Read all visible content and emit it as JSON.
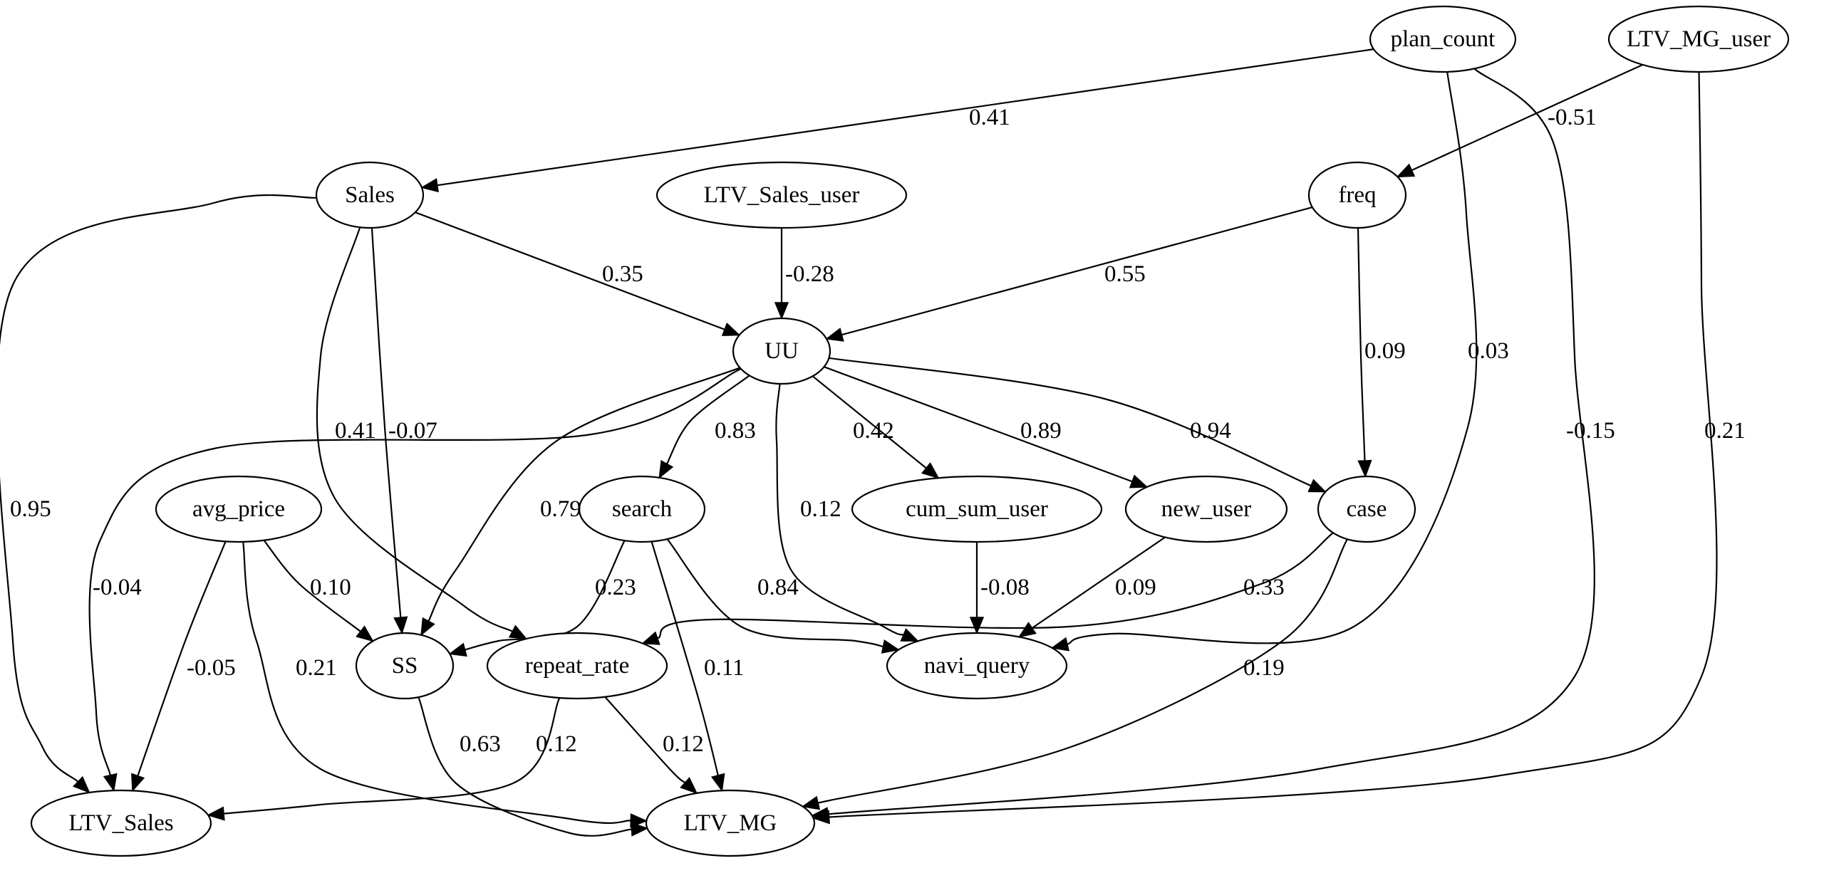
{
  "graph": {
    "type": "directed-path-diagram",
    "nodes": [
      {
        "id": "plan_count",
        "label": "plan_count"
      },
      {
        "id": "LTV_MG_user",
        "label": "LTV_MG_user"
      },
      {
        "id": "Sales",
        "label": "Sales"
      },
      {
        "id": "LTV_Sales_user",
        "label": "LTV_Sales_user"
      },
      {
        "id": "freq",
        "label": "freq"
      },
      {
        "id": "UU",
        "label": "UU"
      },
      {
        "id": "avg_price",
        "label": "avg_price"
      },
      {
        "id": "search",
        "label": "search"
      },
      {
        "id": "cum_sum_user",
        "label": "cum_sum_user"
      },
      {
        "id": "new_user",
        "label": "new_user"
      },
      {
        "id": "case",
        "label": "case"
      },
      {
        "id": "SS",
        "label": "SS"
      },
      {
        "id": "repeat_rate",
        "label": "repeat_rate"
      },
      {
        "id": "navi_query",
        "label": "navi_query"
      },
      {
        "id": "LTV_Sales",
        "label": "LTV_Sales"
      },
      {
        "id": "LTV_MG",
        "label": "LTV_MG"
      }
    ],
    "edges": [
      {
        "from": "plan_count",
        "to": "Sales",
        "weight": "0.41"
      },
      {
        "from": "plan_count",
        "to": "navi_query",
        "weight": "0.03"
      },
      {
        "from": "plan_count",
        "to": "LTV_MG",
        "weight": "-0.15"
      },
      {
        "from": "LTV_MG_user",
        "to": "freq",
        "weight": "-0.51"
      },
      {
        "from": "LTV_MG_user",
        "to": "LTV_MG",
        "weight": "0.21"
      },
      {
        "from": "Sales",
        "to": "UU",
        "weight": "0.35"
      },
      {
        "from": "Sales",
        "to": "LTV_Sales",
        "weight": "0.95"
      },
      {
        "from": "Sales",
        "to": "repeat_rate",
        "weight": "0.41"
      },
      {
        "from": "Sales",
        "to": "SS",
        "weight": "-0.07"
      },
      {
        "from": "LTV_Sales_user",
        "to": "UU",
        "weight": "-0.28"
      },
      {
        "from": "freq",
        "to": "UU",
        "weight": "0.55"
      },
      {
        "from": "freq",
        "to": "case",
        "weight": "0.09"
      },
      {
        "from": "UU",
        "to": "search",
        "weight": "0.83"
      },
      {
        "from": "UU",
        "to": "cum_sum_user",
        "weight": "0.42"
      },
      {
        "from": "UU",
        "to": "new_user",
        "weight": "0.89"
      },
      {
        "from": "UU",
        "to": "case",
        "weight": "0.94"
      },
      {
        "from": "UU",
        "to": "SS",
        "weight": "0.79"
      },
      {
        "from": "UU",
        "to": "navi_query",
        "weight": "0.12"
      },
      {
        "from": "UU",
        "to": "LTV_Sales",
        "weight": "-0.04"
      },
      {
        "from": "avg_price",
        "to": "SS",
        "weight": "0.10"
      },
      {
        "from": "avg_price",
        "to": "LTV_Sales",
        "weight": "-0.05"
      },
      {
        "from": "avg_price",
        "to": "LTV_MG",
        "weight": "0.21"
      },
      {
        "from": "search",
        "to": "SS",
        "weight": "0.23"
      },
      {
        "from": "search",
        "to": "navi_query",
        "weight": "0.84"
      },
      {
        "from": "search",
        "to": "LTV_MG",
        "weight": "0.11"
      },
      {
        "from": "cum_sum_user",
        "to": "navi_query",
        "weight": "-0.08"
      },
      {
        "from": "new_user",
        "to": "navi_query",
        "weight": "0.09"
      },
      {
        "from": "case",
        "to": "repeat_rate",
        "weight": "0.33"
      },
      {
        "from": "case",
        "to": "LTV_MG",
        "weight": "0.19"
      },
      {
        "from": "SS",
        "to": "LTV_MG",
        "weight": "0.63"
      },
      {
        "from": "repeat_rate",
        "to": "LTV_Sales",
        "weight": "0.12"
      },
      {
        "from": "repeat_rate",
        "to": "LTV_MG",
        "weight": "0.12"
      }
    ]
  }
}
